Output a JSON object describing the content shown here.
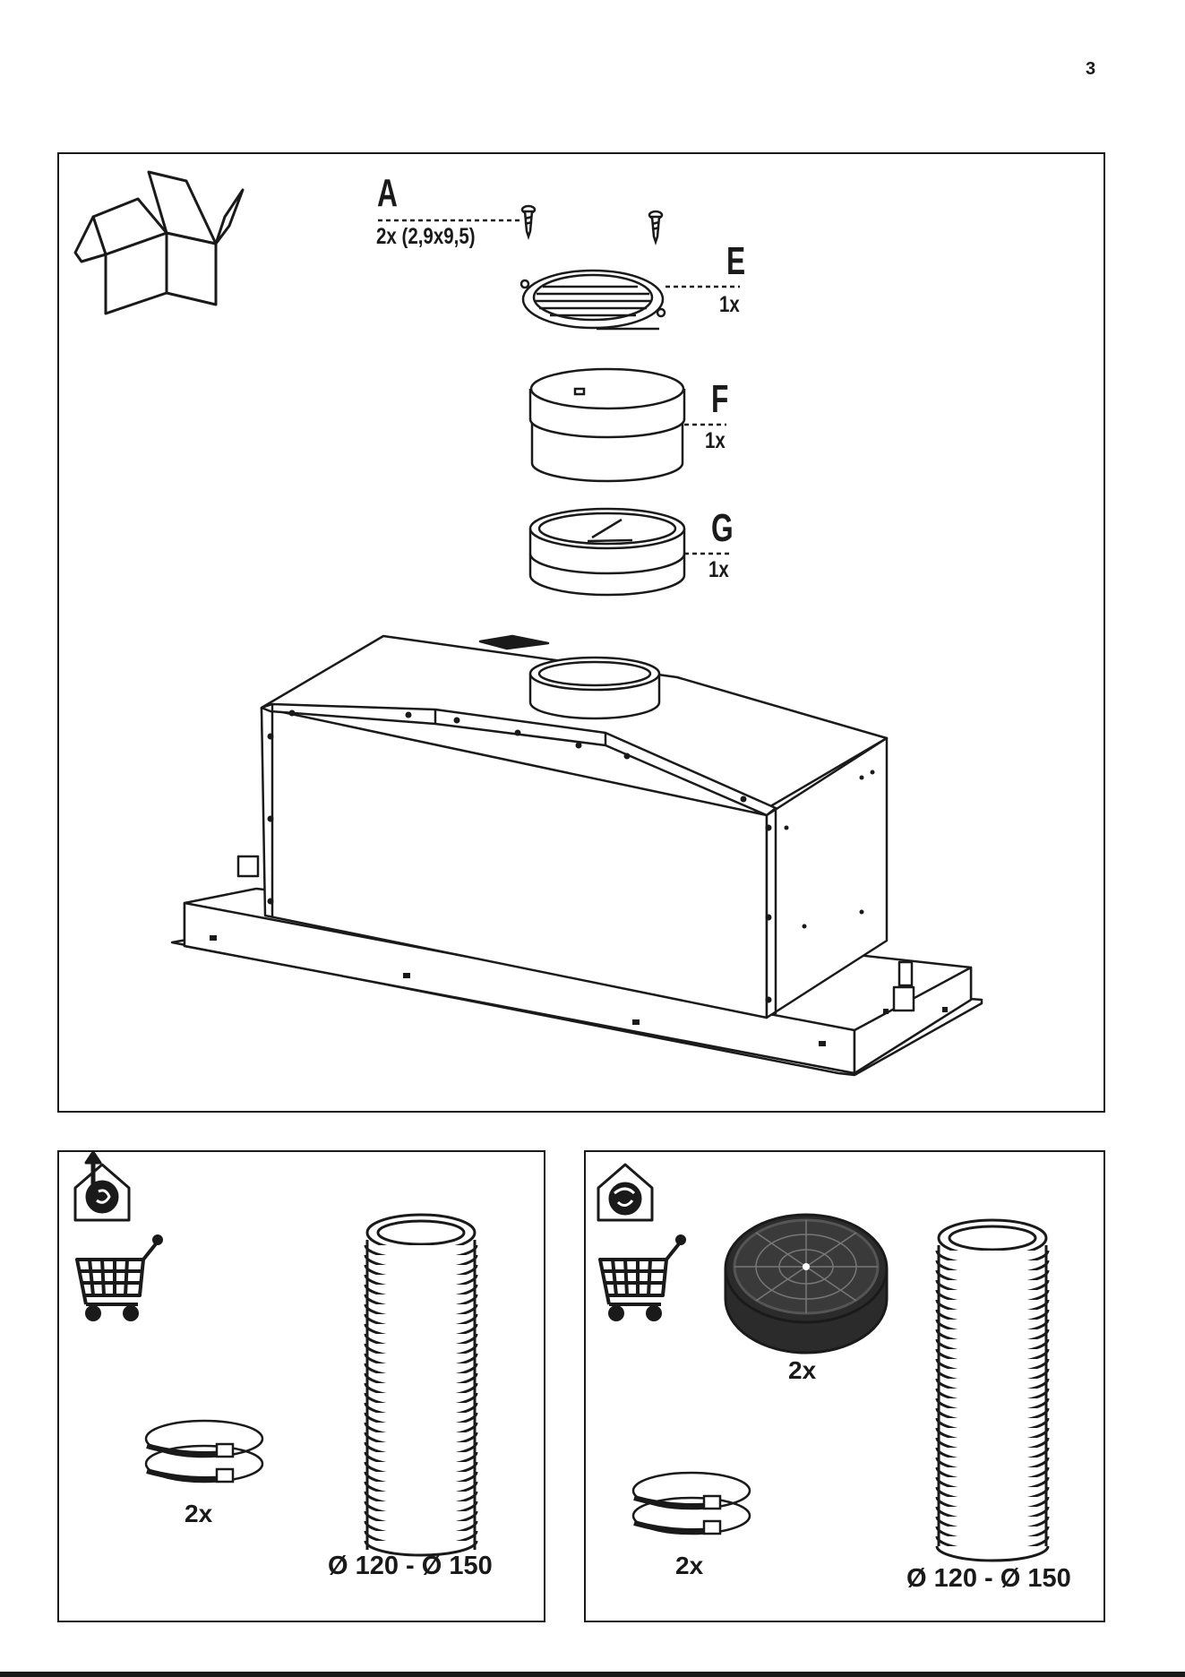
{
  "page": {
    "number": "3"
  },
  "contents": {
    "parts": [
      {
        "letter": "A",
        "quantity": "2x (2,9x9,5)"
      },
      {
        "letter": "E",
        "quantity": "1x"
      },
      {
        "letter": "F",
        "quantity": "1x"
      },
      {
        "letter": "G",
        "quantity": "1x"
      }
    ]
  },
  "ducted": {
    "icons": [
      "ducted-mode-icon",
      "shopping-cart-icon"
    ],
    "clamp_qty": "2x",
    "hose_diameter": "Ø 120 - Ø 150"
  },
  "recirculation": {
    "icons": [
      "recirculation-mode-icon",
      "shopping-cart-icon"
    ],
    "filter_qty": "2x",
    "clamp_qty": "2x",
    "hose_diameter": "Ø 120 - Ø 150"
  },
  "colors": {
    "line": "#1a1a1a",
    "filter": "#2b2b2b"
  }
}
